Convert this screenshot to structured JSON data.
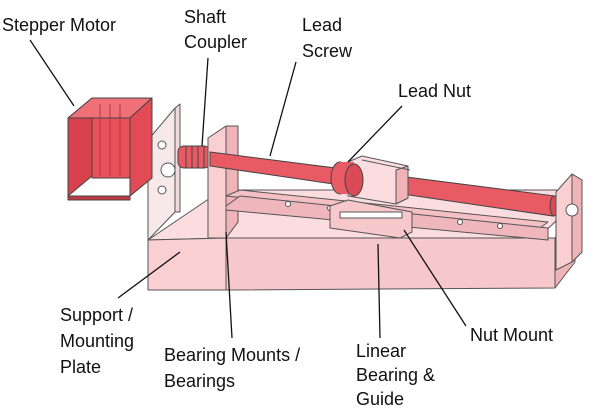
{
  "labels": {
    "stepper_motor": "Stepper Motor",
    "shaft_coupler_1": "Shaft",
    "shaft_coupler_2": "Coupler",
    "lead_screw_1": "Lead",
    "lead_screw_2": "Screw",
    "lead_nut": "Lead Nut",
    "support_1": "Support /",
    "support_2": "Mounting",
    "support_3": "Plate",
    "bearing_mounts_1": "Bearing Mounts /",
    "bearing_mounts_2": "Bearings",
    "linear_bearing_1": "Linear",
    "linear_bearing_2": "Bearing &",
    "linear_bearing_3": "Guide",
    "nut_mount": "Nut Mount"
  },
  "colors": {
    "motor_red": "#e8505a",
    "screw_red": "#e85a64",
    "base_pink": "#f9cfd2",
    "base_pink_dark": "#efb3b8",
    "rail_pink": "#f4c0c4",
    "plate_light": "#fbe6e8",
    "outline": "#555555"
  }
}
